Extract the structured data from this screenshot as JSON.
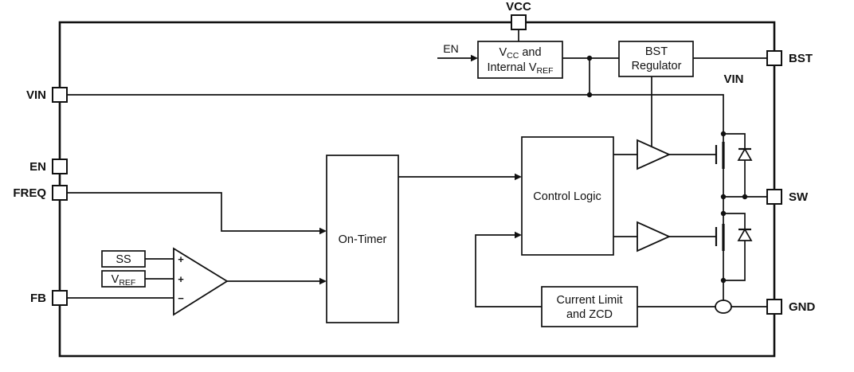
{
  "pins": {
    "vcc": "VCC",
    "vin": "VIN",
    "en": "EN",
    "freq": "FREQ",
    "fb": "FB",
    "bst": "BST",
    "sw": "SW",
    "gnd": "GND"
  },
  "blocks": {
    "vcc_vref": {
      "l1_main": "V",
      "l1_sub": "CC",
      "l1_rest": "and",
      "l2_main": "Internal V",
      "l2_sub": "REF"
    },
    "bst_regulator": {
      "l1": "BST",
      "l2": "Regulator"
    },
    "on_timer": "On-Timer",
    "control_logic": "Control Logic",
    "current_limit": {
      "l1": "Current Limit",
      "l2": "and ZCD"
    },
    "ss": "SS",
    "vref": {
      "main": "V",
      "sub": "REF"
    }
  },
  "signals": {
    "en": "EN",
    "vin": "VIN"
  },
  "comparator": {
    "plus_top": "+",
    "plus_mid": "+",
    "minus": "−"
  },
  "colors": {
    "line": "#111111",
    "background": "#ffffff"
  }
}
